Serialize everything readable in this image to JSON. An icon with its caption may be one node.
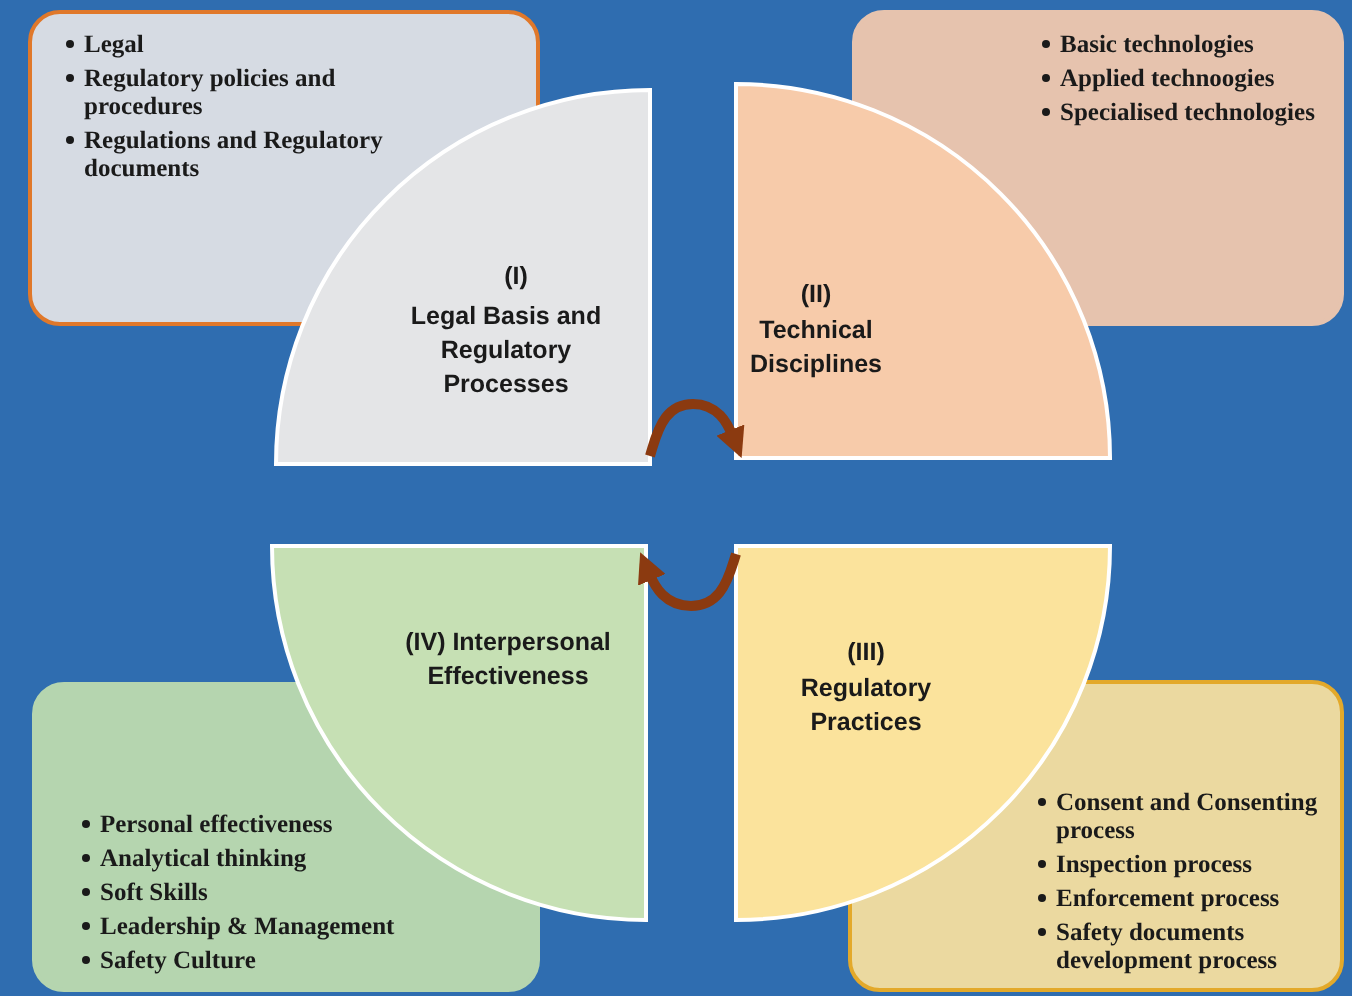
{
  "diagram": {
    "nodes": [
      {
        "text": [
          "Legal",
          "Regulatory policies and procedures",
          "Regulations and Regulatory documents"
        ]
      },
      {
        "text": [
          "Basic technologies",
          "Applied technoogies",
          "Specialised technologies"
        ]
      },
      {
        "text": [
          "(I)",
          "Legal Basis and Regulatory Processes"
        ]
      },
      {
        "text": [
          "(II)",
          "Technical Disciplines"
        ]
      },
      {
        "text": [
          "(IV) Interpersonal Effectiveness"
        ]
      },
      {
        "text": [
          "(III)",
          "Regulatory Practices"
        ]
      },
      {
        "text": [
          "Personal effectiveness",
          "Analytical thinking",
          "Soft Skills",
          "Leadership & Management",
          "Safety Culture"
        ]
      },
      {
        "text": [
          "Consent and Consenting process",
          "Inspection process",
          "Enforcement process",
          "Safety documents development process"
        ]
      }
    ],
    "edges": [
      {
        "from": 2,
        "to": 3,
        "arrow": "to"
      },
      {
        "from": 5,
        "to": 4,
        "arrow": "to"
      }
    ]
  }
}
